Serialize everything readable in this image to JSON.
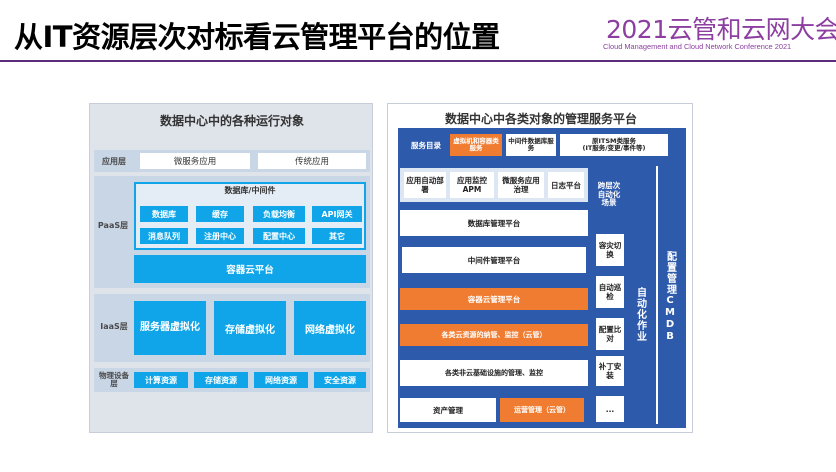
{
  "header": {
    "title": "从IT资源层次对标看云管理平台的位置",
    "logo_main": "2021云管和云网大会",
    "logo_sub": "Cloud Management and Cloud Network Conference 2021"
  },
  "left": {
    "title": "数据中心中的各种运行对象",
    "app_layer": {
      "label": "应用层",
      "items": [
        "微服务应用",
        "传统应用"
      ]
    },
    "paas_layer": {
      "label": "PaaS层",
      "db_middleware": "数据库/中间件",
      "items": [
        "数据库",
        "缓存",
        "负载均衡",
        "API网关",
        "消息队列",
        "注册中心",
        "配置中心",
        "其它"
      ],
      "container": "容器云平台"
    },
    "iaas_layer": {
      "label": "IaaS层",
      "items": [
        "服务器虚拟化",
        "存储虚拟化",
        "网络虚拟化"
      ]
    },
    "physical_layer": {
      "label": "物理设备层",
      "items": [
        "计算资源",
        "存储资源",
        "网络资源",
        "安全资源"
      ]
    }
  },
  "right": {
    "title": "数据中心中各类对象的管理服务平台",
    "service_catalog": {
      "label": "服务目录",
      "items": [
        "虚拟机和容器类服务",
        "中间件数据库服务",
        "原ITSM类服务\n(IT服务/变更/事件等)"
      ]
    },
    "app_row": [
      "应用自动部署",
      "应用监控APM",
      "微服务应用治理",
      "日志平台"
    ],
    "rows": [
      "数据库管理平台",
      "中间件管理平台",
      "容器云管理平台",
      "各类云资源的纳管、监控（云管）",
      "各类非云基础设施的管理、监控"
    ],
    "bottom_row": [
      "资产管理",
      "运营管理（云管）"
    ],
    "side_items": [
      "跨层次自动化场景",
      "容灾切换",
      "自动巡检",
      "配置比对",
      "补丁安装",
      "..."
    ],
    "auto_ops": "自动化作业",
    "cmdb": "配置管理CMDB"
  },
  "colors": {
    "cyan": "#0fa5e8",
    "navy": "#2e5aac",
    "orange": "#f07c31",
    "purple": "#8c3fa0"
  }
}
